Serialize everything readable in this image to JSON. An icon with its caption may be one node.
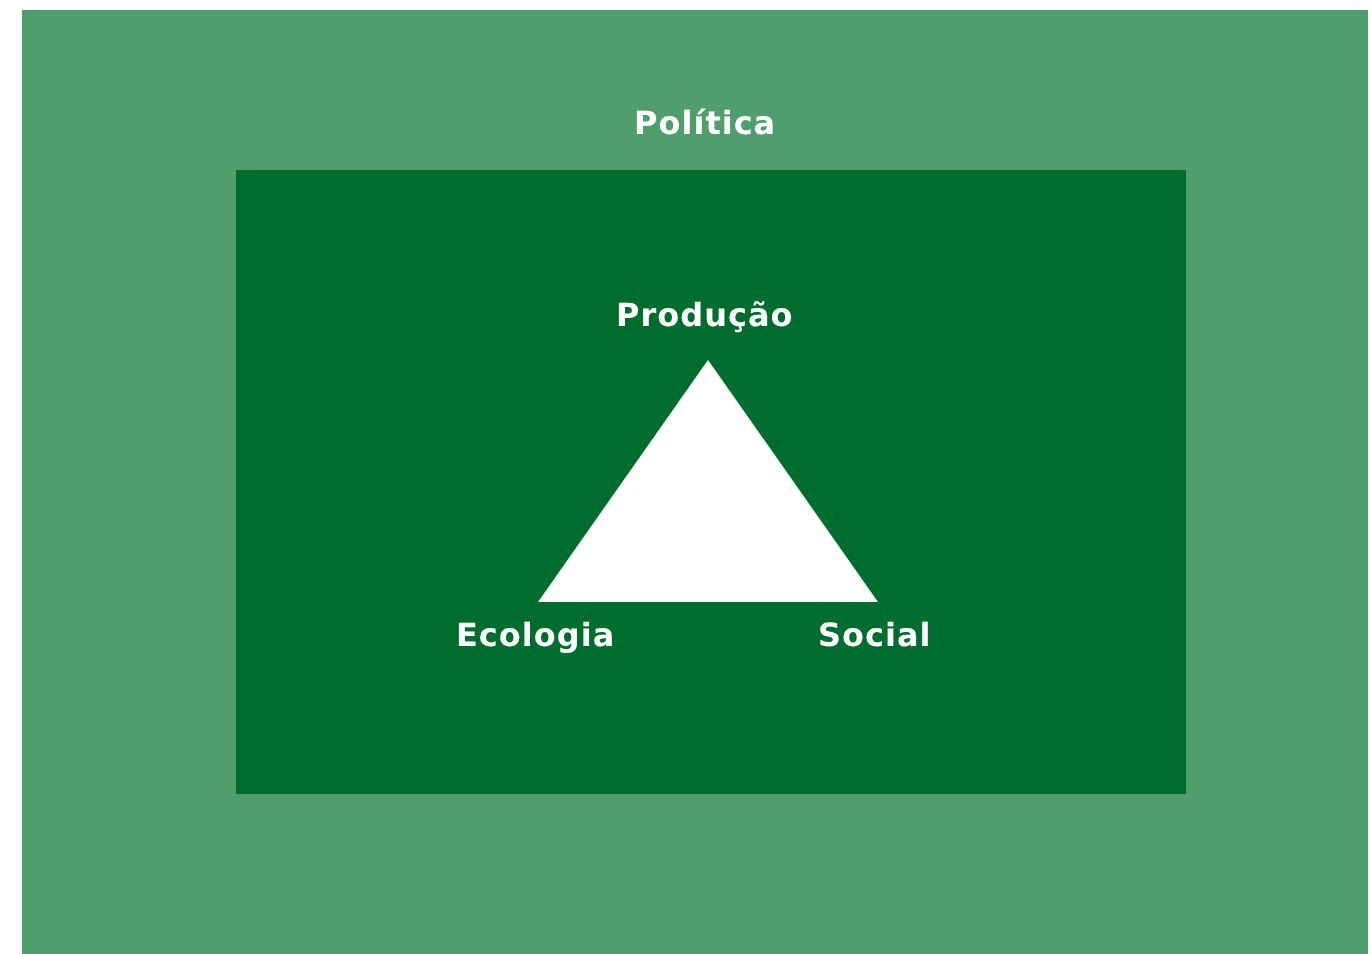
{
  "diagram": {
    "nodes": [
      {
        "text": [
          "Política"
        ]
      },
      {
        "text": [],
        "shape": "box",
        "in": 0
      },
      {
        "text": [],
        "shape": "triangle",
        "in": 1,
        "beside": [
          "Produção",
          "Ecologia",
          "Social"
        ]
      }
    ]
  }
}
